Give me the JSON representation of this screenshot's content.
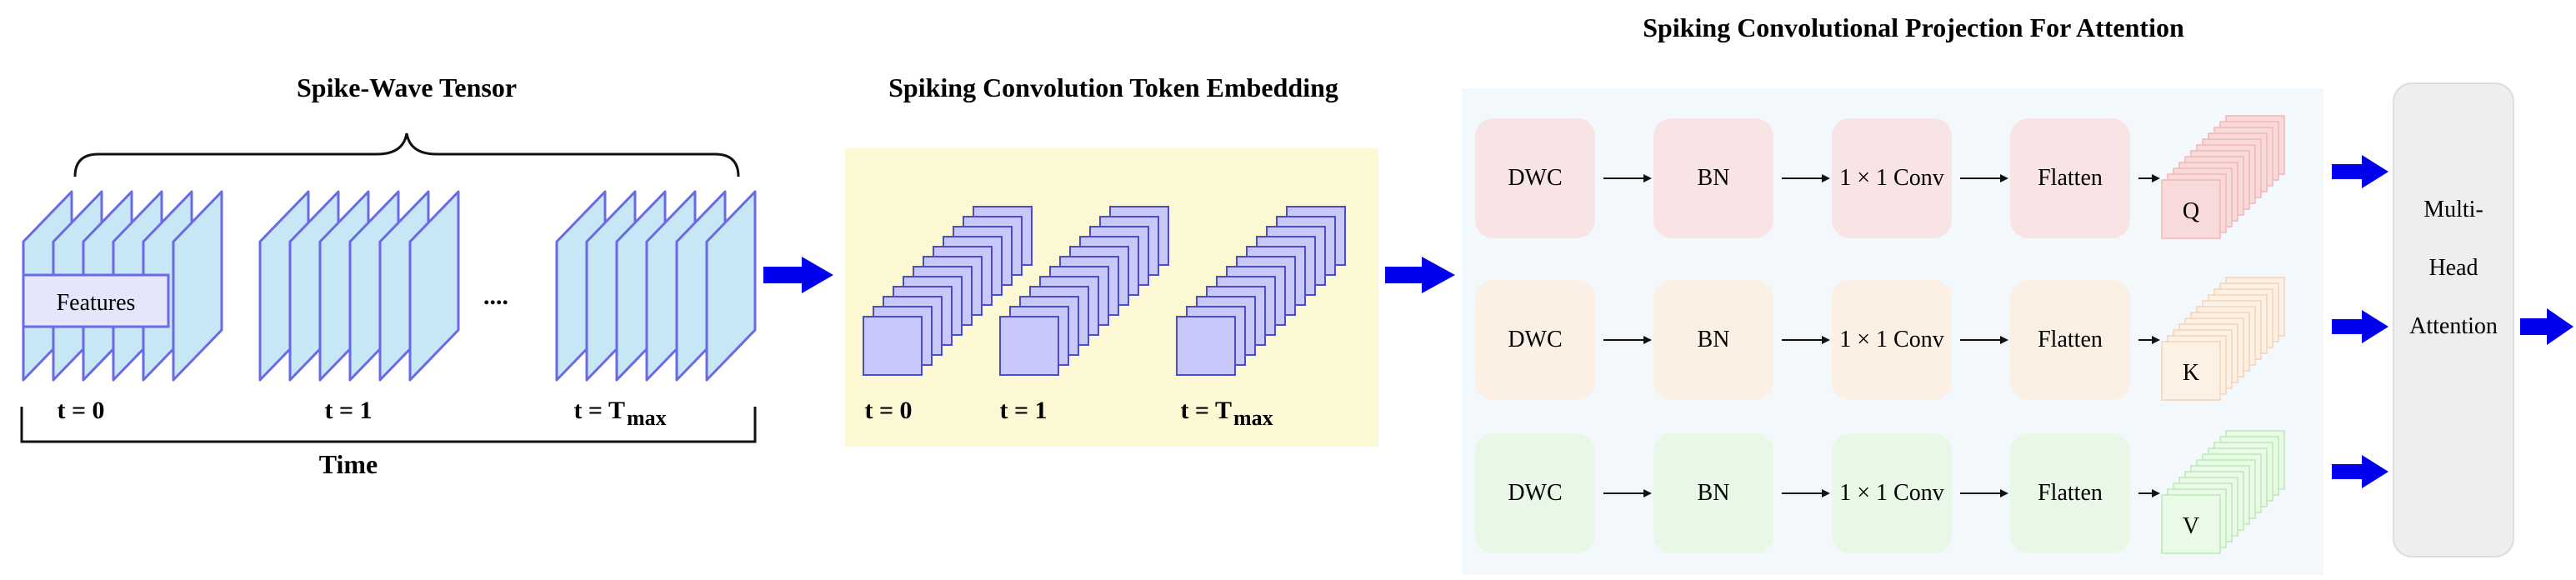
{
  "sections": {
    "spike_wave": {
      "title": "Spike-Wave Tensor",
      "features_label": "Features",
      "ellipsis": "....",
      "time_labels": [
        "t = 0",
        "t = 1",
        "t = T"
      ],
      "time_sub": "max",
      "axis_label": "Time"
    },
    "embedding": {
      "title": "Spiking Convolution Token Embedding",
      "time_labels": [
        "t = 0",
        "t = 1",
        "t = T"
      ],
      "time_sub": "max"
    },
    "projection": {
      "title": "Spiking Convolutional Projection For Attention",
      "rows": [
        {
          "name": "q",
          "steps": [
            "DWC",
            "BN",
            "1 × 1 Conv",
            "Flatten"
          ],
          "output": "Q",
          "color": "#f8e4e4",
          "stack_color": "#f9dada",
          "stack_stroke": "#f2b6b6"
        },
        {
          "name": "k",
          "steps": [
            "DWC",
            "BN",
            "1 × 1 Conv",
            "Flatten"
          ],
          "output": "K",
          "color": "#fcefe4",
          "stack_color": "#fdf0e4",
          "stack_stroke": "#f5d2b6"
        },
        {
          "name": "v",
          "steps": [
            "DWC",
            "BN",
            "1 × 1 Conv",
            "Flatten"
          ],
          "output": "V",
          "color": "#e8f7e6",
          "stack_color": "#e9fae6",
          "stack_stroke": "#bce9b5"
        }
      ]
    },
    "attention": {
      "lines": [
        "Multi-",
        "Head",
        "Attention"
      ]
    }
  },
  "colors": {
    "arrow": "#0000ee",
    "sheet_fill": "#c8e7f6",
    "sheet_stroke": "#6a6ae6",
    "cube_fill": "#c8c8fb",
    "cube_stroke": "#4b4bd0",
    "embed_bg": "#fdf8d4",
    "proj_bg": "#f3f8fc",
    "attn_bg": "#eeeeee"
  }
}
